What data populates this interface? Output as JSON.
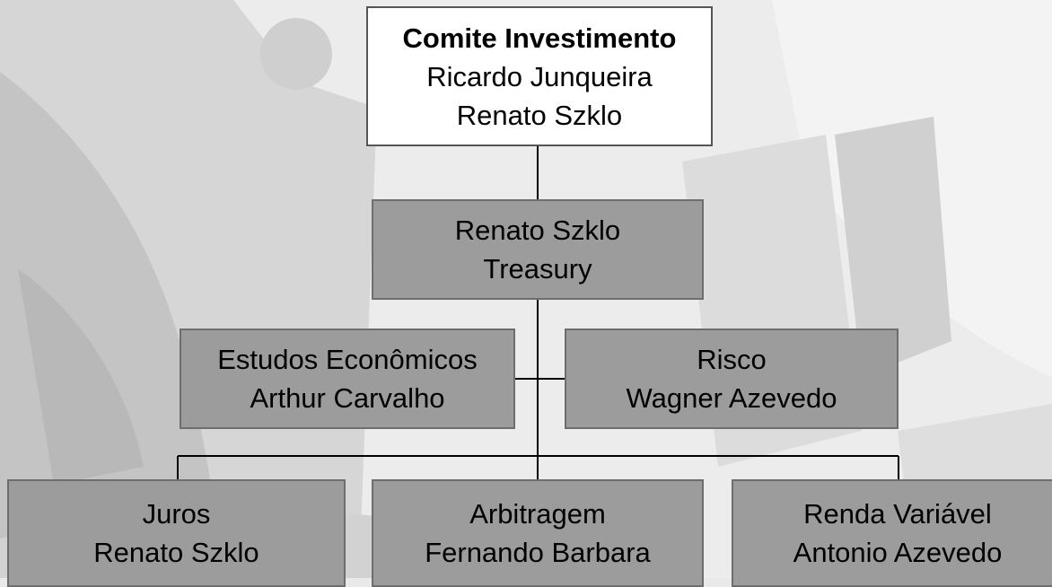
{
  "top": {
    "title": "Comite Investimento",
    "line1": "Ricardo Junqueira",
    "line2": "Renato Szklo"
  },
  "treasury": {
    "line1": "Renato Szklo",
    "line2": "Treasury"
  },
  "estudos": {
    "line1": "Estudos Econômicos",
    "line2": "Arthur Carvalho"
  },
  "risco": {
    "line1": "Risco",
    "line2": "Wagner Azevedo"
  },
  "juros": {
    "line1": "Juros",
    "line2": "Renato Szklo"
  },
  "arbitragem": {
    "line1": "Arbitragem",
    "line2": "Fernando Barbara"
  },
  "renda": {
    "line1": "Renda Variável",
    "line2": "Antonio Azevedo"
  },
  "colors": {
    "white_box": "#ffffff",
    "grey_box": "#9c9c9c",
    "connector": "#000000",
    "background": "#e9e9e9"
  }
}
